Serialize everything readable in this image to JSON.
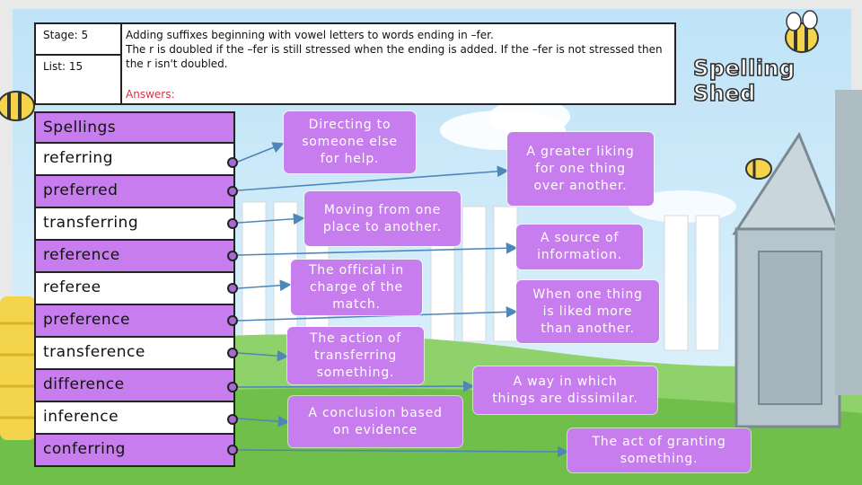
{
  "info": {
    "stage": "Stage: 5",
    "list": "List: 15",
    "description": "Adding suffixes beginning with vowel letters to words ending in –fer.\nThe r is doubled if the –fer is still stressed when the ending is added. If the –fer is not stressed then the r isn't doubled.",
    "answers_label": "Answers:"
  },
  "logo": {
    "text": "Spelling Shed"
  },
  "spellings": {
    "header": "Spellings",
    "words": [
      "referring",
      "preferred",
      "transferring",
      "reference",
      "referee",
      "preference",
      "transference",
      "difference",
      "inference",
      "conferring"
    ]
  },
  "definitions": [
    "Directing to\nsomeone else\nfor help.",
    "A greater liking\nfor one thing\nover another.",
    "Moving from one\nplace to another.",
    "A source of\ninformation.",
    "The official in\ncharge of the\nmatch.",
    "When one thing\nis liked more\nthan another.",
    "The action of\ntransferring\nsomething.",
    "A way in which\nthings are dissimilar.",
    "A conclusion based\non evidence",
    "The act of granting\nsomething."
  ],
  "colors": {
    "accent": "#c77ded",
    "arrow": "#4f86b8",
    "dot": "#a56bd1"
  }
}
